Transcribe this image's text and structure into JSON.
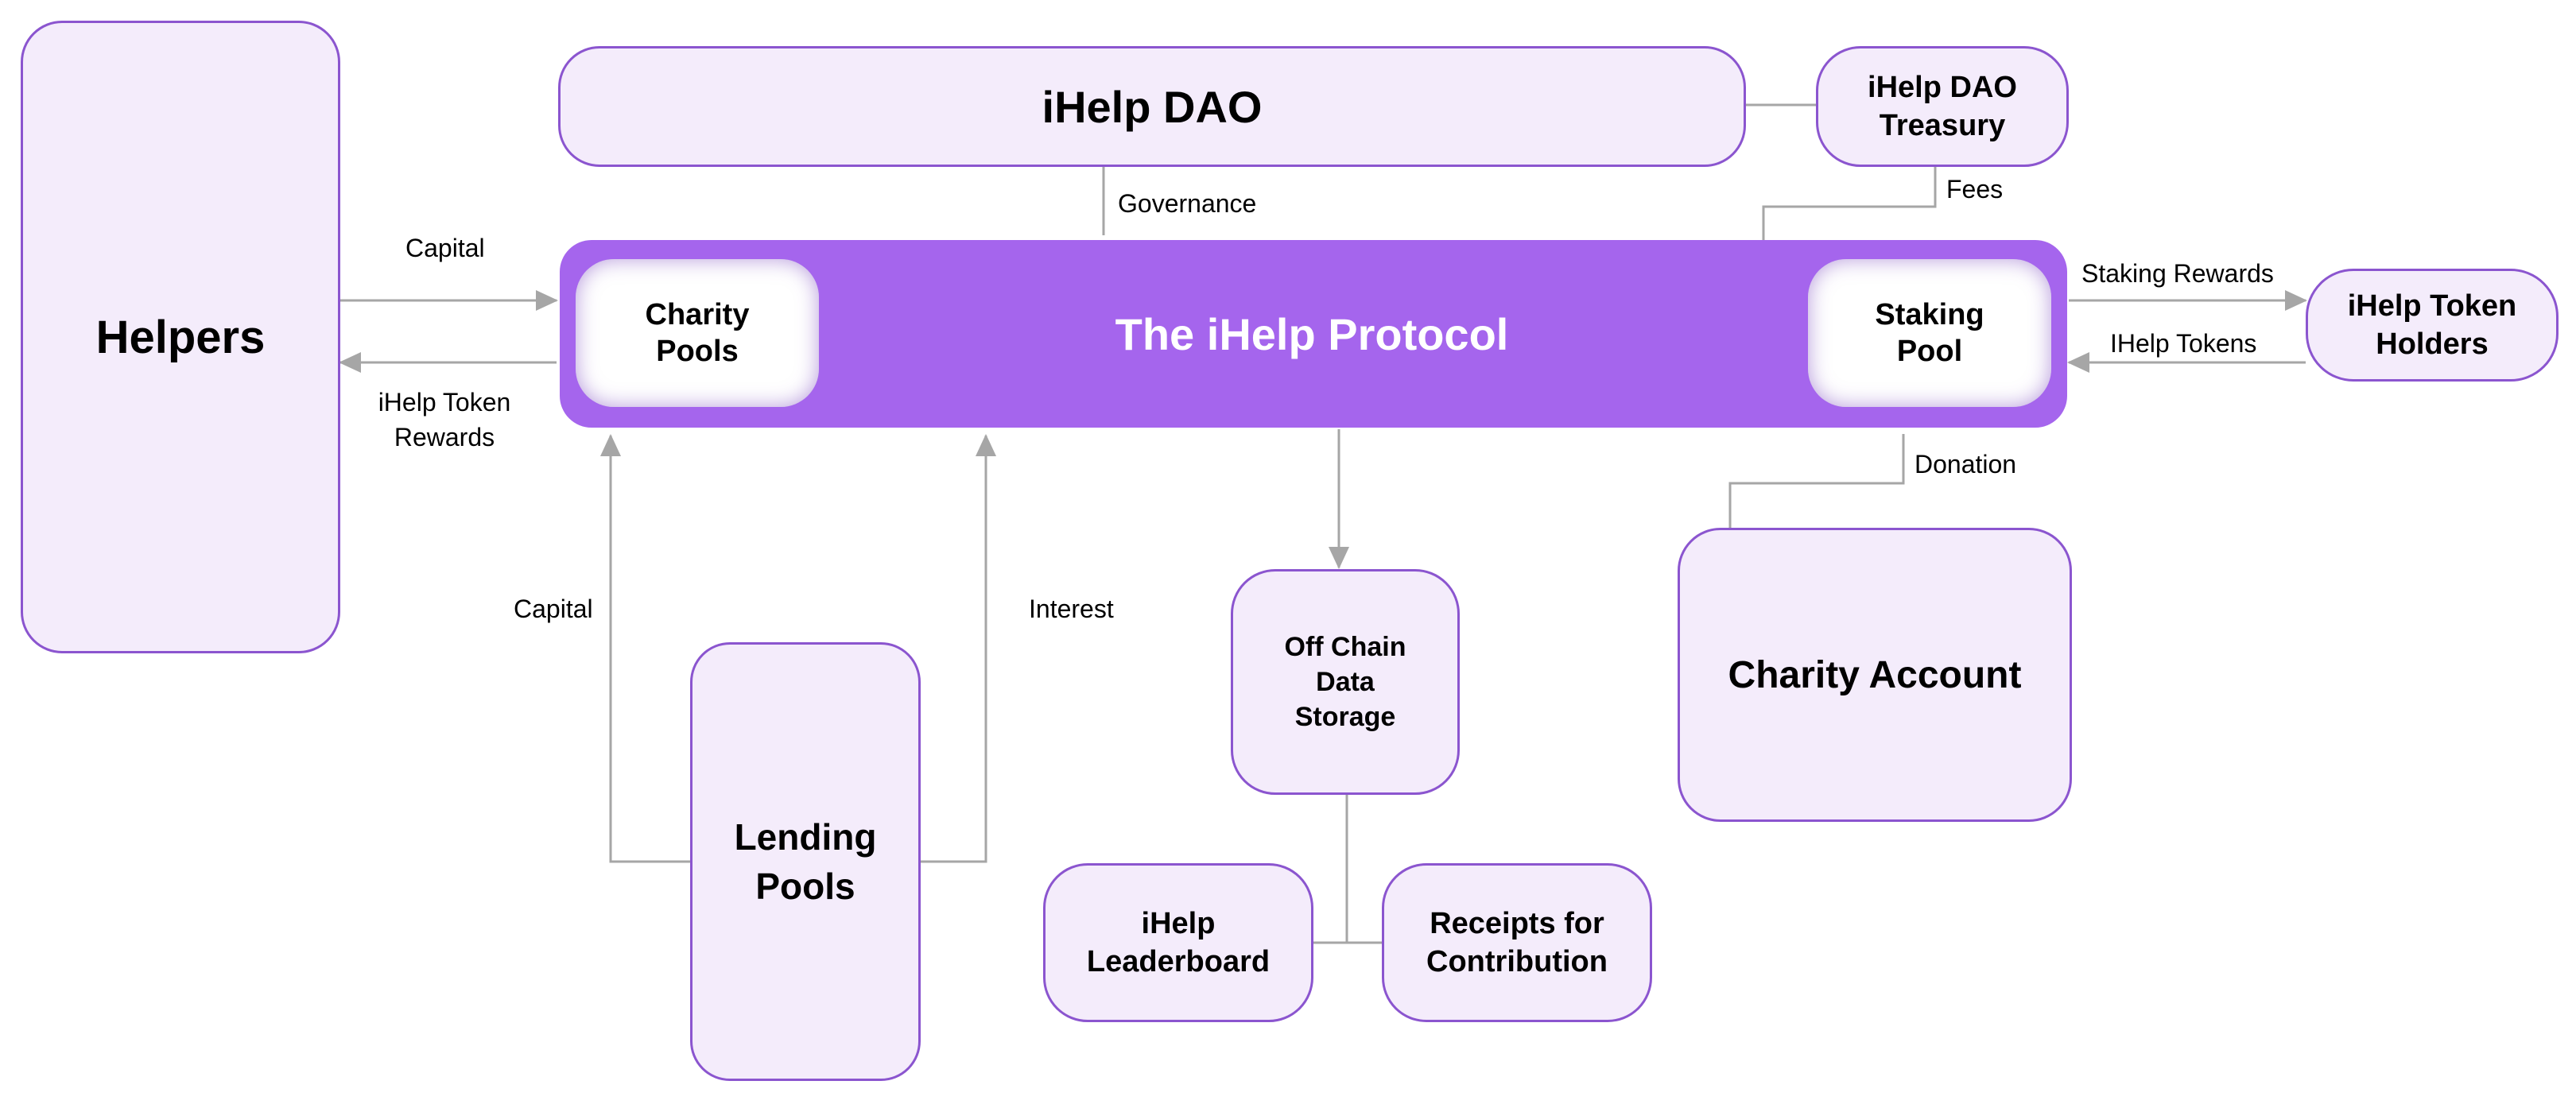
{
  "nodes": {
    "helpers": "Helpers",
    "dao": "iHelp DAO",
    "treasury": "iHelp DAO\nTreasury",
    "protocol": "The iHelp Protocol",
    "charity_pools": "Charity\nPools",
    "staking_pool": "Staking\nPool",
    "token_holders": "iHelp Token\nHolders",
    "off_chain": "Off Chain\nData\nStorage",
    "charity_account": "Charity Account",
    "lending_pools": "Lending\nPools",
    "leaderboard": "iHelp\nLeaderboard",
    "receipts": "Receipts for\nContribution"
  },
  "labels": {
    "capital_top": "Capital",
    "token_rewards": "iHelp Token\nRewards",
    "governance": "Governance",
    "fees": "Fees",
    "staking_rewards": "Staking Rewards",
    "ihelp_tokens": "IHelp Tokens",
    "donation": "Donation",
    "capital_left": "Capital",
    "interest": "Interest"
  },
  "colors": {
    "node_fill": "#f4ecfb",
    "node_border": "#8b55cf",
    "protocol_fill": "#a565ed",
    "connector": "#a6a6a6"
  }
}
